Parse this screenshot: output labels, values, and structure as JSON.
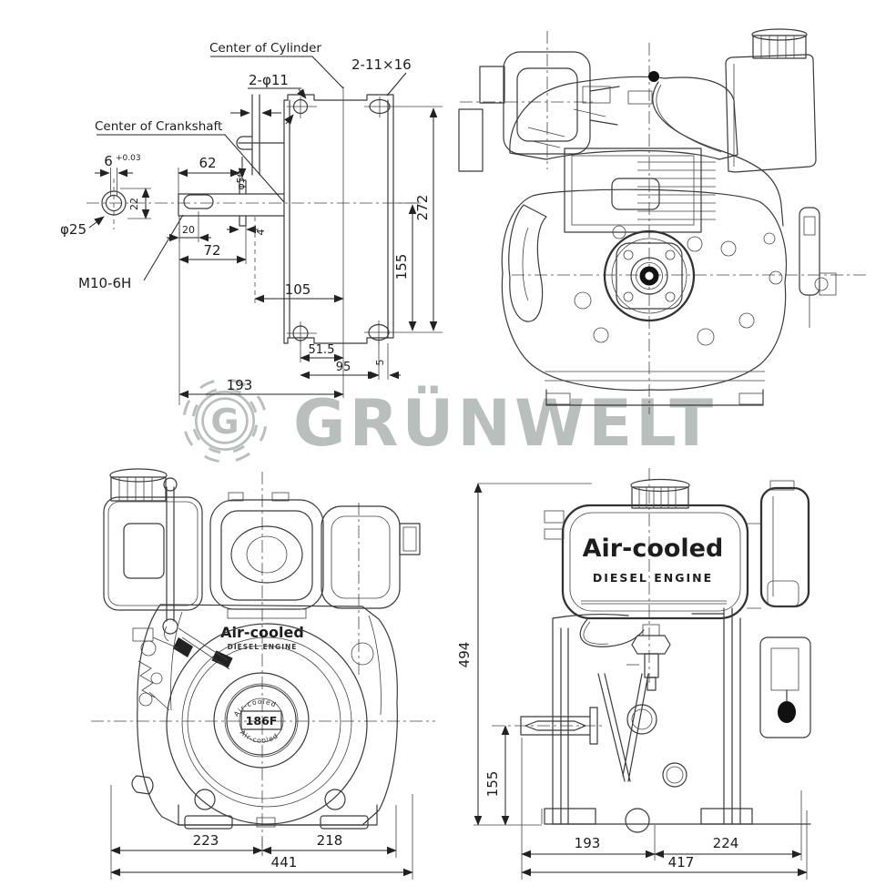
{
  "watermark": {
    "gear_letter": "G",
    "brand": "GRÜNWELT",
    "color": "#b9bfbc"
  },
  "top_left": {
    "labels": {
      "center_of_cylinder": "Center of Cylinder",
      "center_of_crankshaft": "Center of Crankshaft",
      "round_holes": "2-φ11",
      "slot_holes": "2-11×16",
      "thread": "M10-6H",
      "key_width": "6",
      "key_width_tolerance": "+0.03",
      "shaft_diameter": "φ25",
      "boss_diameter": "φ50"
    },
    "dims": {
      "key_offset_22": "22",
      "shaft_len_62": "62",
      "key_pos_20": "20",
      "step_4": "4",
      "shaft_len_72": "72",
      "hole_span_105": "105",
      "hole_span_51_5": "51.5",
      "hole_span_95": "95",
      "edge_5": "5",
      "base_193": "193",
      "height_155": "155",
      "height_272": "272"
    }
  },
  "bottom_left": {
    "shroud_label": {
      "line1": "Air-cooled",
      "line2": "DIESEL ENGINE"
    },
    "flywheel": {
      "arc_top": "Air-cooled",
      "model": "186F",
      "arc_bottom": "Air-cooled"
    },
    "dims": {
      "left_223": "223",
      "right_218": "218",
      "total_441": "441"
    }
  },
  "bottom_right": {
    "tank_label": {
      "line1": "Air-cooled",
      "line2": "DIESEL ENGINE"
    },
    "dims": {
      "height_494": "494",
      "shaft_height_155": "155",
      "left_193": "193",
      "right_224": "224",
      "total_417": "417"
    }
  }
}
